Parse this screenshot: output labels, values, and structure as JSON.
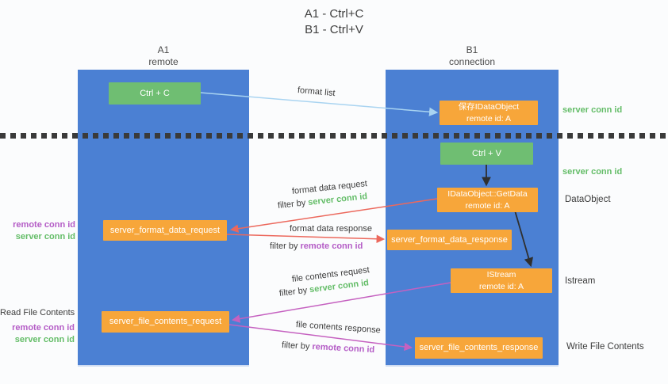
{
  "title": {
    "line1": "A1 - Ctrl+C",
    "line2": "B1 - Ctrl+V"
  },
  "columns": {
    "a": {
      "id": "A1",
      "name": "remote"
    },
    "b": {
      "id": "B1",
      "name": "connection"
    }
  },
  "nodes": {
    "ctrl_c": "Ctrl + C",
    "save_idataobject": {
      "line1": "保存IDataObject",
      "line2": "remote id: A"
    },
    "ctrl_v": "Ctrl + V",
    "getdata": {
      "line1": "IDataObject::GetData",
      "line2": "remote id: A"
    },
    "format_request": "server_format_data_request",
    "format_response": "server_format_data_response",
    "istream": {
      "line1": "IStream",
      "line2": "remote id: A"
    },
    "file_request": "server_file_contents_request",
    "file_response": "server_file_contents_response"
  },
  "side_labels": {
    "server_conn_id_top": "server conn id",
    "server_conn_id_mid": "server conn id",
    "dataobject": "DataObject",
    "istream": "Istream",
    "write_file_contents": "Write File Contents",
    "read_file_contents": "Read File Contents",
    "left_format": {
      "remote": "remote conn id",
      "server": "server conn id"
    },
    "left_file": {
      "remote": "remote conn id",
      "server": "server conn id"
    }
  },
  "edge_labels": {
    "format_list": "format list",
    "format_data_request": {
      "text": "format data request",
      "filter_prefix": "filter by",
      "filter_id": "server conn id"
    },
    "format_data_response": {
      "text": "format data response",
      "filter_prefix": "filter by",
      "filter_id": "remote conn id"
    },
    "file_contents_request": {
      "text": "file contents request",
      "filter_prefix": "filter by",
      "filter_id": "server conn id"
    },
    "file_contents_response": {
      "text": "file contents response",
      "filter_prefix": "filter by",
      "filter_id": "remote conn id"
    }
  },
  "colors": {
    "column_blue": "#4b80d3",
    "box_green": "#6fbe72",
    "box_orange": "#f7a63a",
    "arrow_light_blue": "#a9d4f1",
    "arrow_red": "#ec685c",
    "arrow_magenta": "#c561c0",
    "arrow_black": "#2f2f2f",
    "text_green": "#64bd68",
    "text_purple": "#b45cc6"
  }
}
